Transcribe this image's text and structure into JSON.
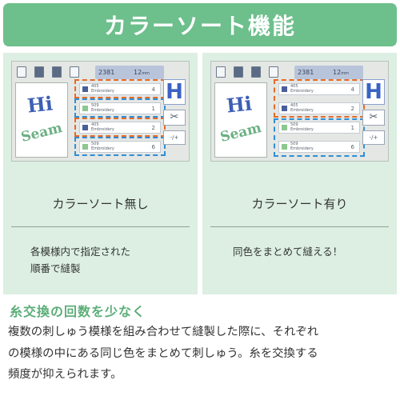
{
  "banner": {
    "title": "カラーソート機能"
  },
  "screen": {
    "stitch_count": "2381",
    "mm_value": "12",
    "mm_unit": "mm",
    "hi_text": "Hi",
    "seam_text": "Seam",
    "h_label": "H",
    "scissor_icon": "✂",
    "plusminus_label": "-/+"
  },
  "panels": {
    "left": {
      "caption": "カラーソート無し",
      "desc_lines": [
        "各模様内で指定された",
        "順番で縫製"
      ],
      "items": [
        {
          "code": "405",
          "name": "Embroidery",
          "num": "4",
          "color": "blue"
        },
        {
          "code": "509",
          "name": "Embroidery",
          "num": "1",
          "color": "green"
        },
        {
          "code": "405",
          "name": "Embroidery",
          "num": "2",
          "color": "blue"
        },
        {
          "code": "509",
          "name": "Embroidery",
          "num": "6",
          "color": "green"
        }
      ]
    },
    "right": {
      "caption": "カラーソート有り",
      "desc_lines": [
        "同色をまとめて縫える！"
      ],
      "items": [
        {
          "code": "405",
          "name": "Embroidery",
          "num": "4",
          "color": "blue"
        },
        {
          "code": "405",
          "name": "Embroidery",
          "num": "2",
          "color": "blue"
        },
        {
          "code": "509",
          "name": "Embroidery",
          "num": "1",
          "color": "green"
        },
        {
          "code": "509",
          "name": "Embroidery",
          "num": "6",
          "color": "green"
        }
      ]
    }
  },
  "section": {
    "heading": "糸交換の回数を少なく",
    "body_lines": [
      "複数の刺しゅう模様を組み合わせて縫製した際に、それぞれ",
      "の模様の中にある同じ色をまとめて刺しゅう。糸を交換する",
      "頻度が抑えられます。"
    ]
  },
  "colors": {
    "brand_green": "#6dbf8c",
    "panel_bg": "#dcefe2",
    "outline_orange": "#e56a29",
    "outline_blue": "#2f8ed6"
  }
}
